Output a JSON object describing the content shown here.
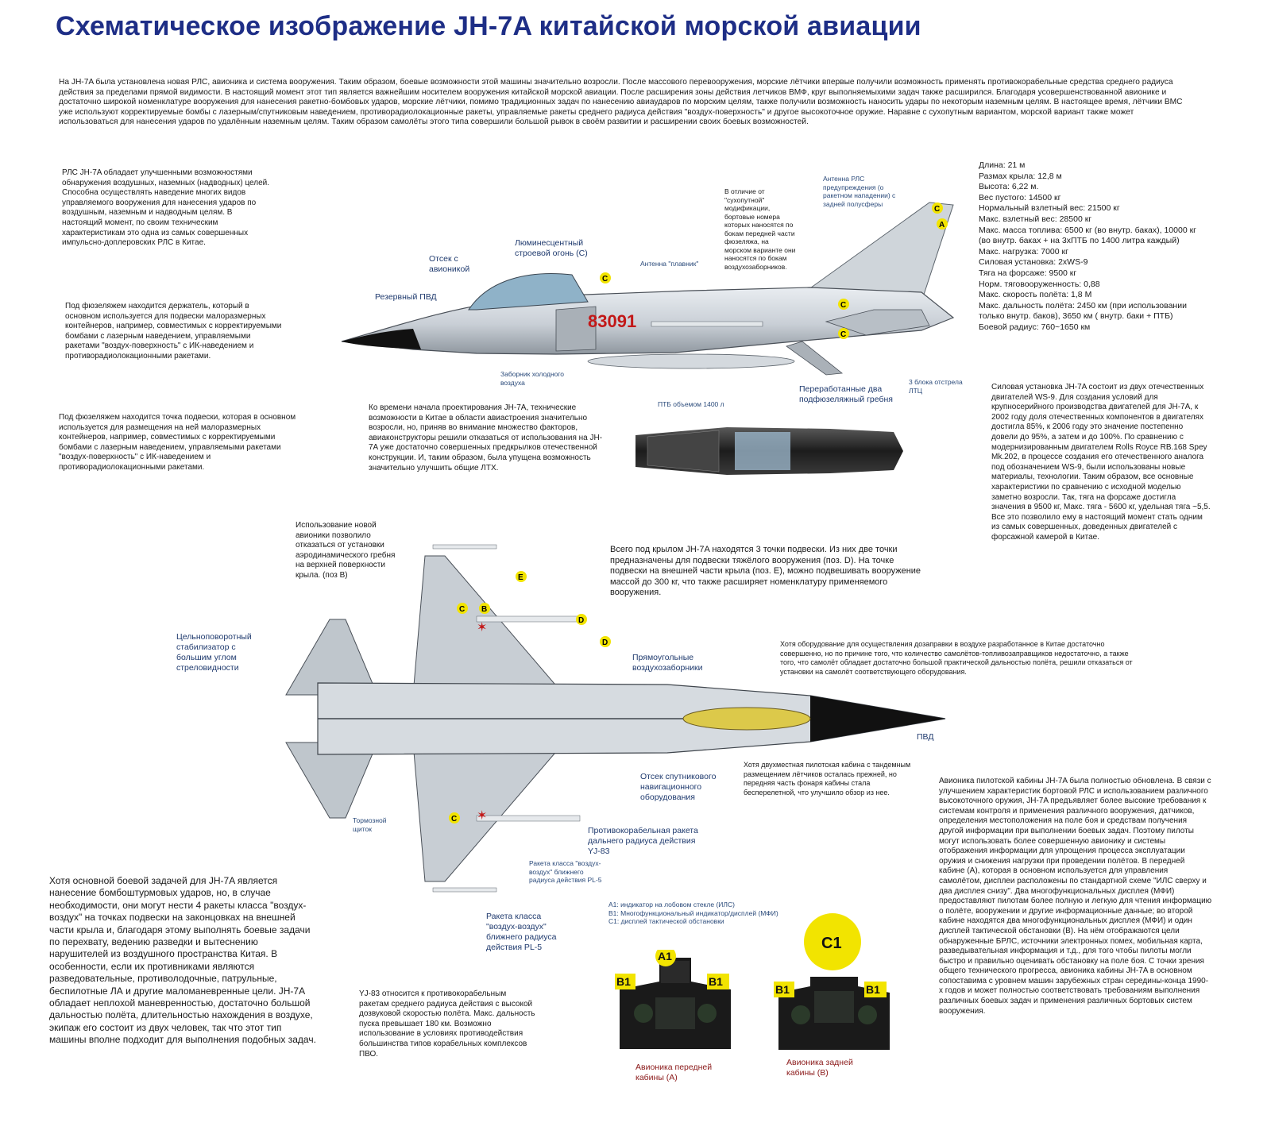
{
  "title": "Схематическое изображение JH-7A китайской морской авиации",
  "intro": "На JH-7A была установлена новая РЛС, авионика и система вооружения. Таким образом, боевые возможности этой машины значительно возросли. После массового перевооружения, морские лётчики впервые получили возможность применять противокорабельные средства среднего радиуса действия за пределами прямой видимости. В настоящий момент этот тип является важнейшим носителем вооружения китайской морской авиации. После расширения зоны действия летчиков ВМФ, круг выполняемыхими задач также расширился. Благодаря усовершенствованной авионике и достаточно широкой номенклатуре вооружения для нанесения ракетно-бомбовых ударов, морские лётчики, помимо традиционных задач по нанесению авиаударов по морским целям, также получили возможность наносить удары по некоторым наземным целям. В настоящее время, лётчики ВМС уже используют корректируемые бомбы с лазерным/спутниковым наведением, противорадиолокационные ракеты, управляемые ракеты среднего радиуса действия \"воздух-поверхность\" и другое высокоточное оружие. Наравне с сухопутным вариантом, морской вариант также может использоваться для нанесения ударов по удалённым наземным целям. Таким образом самолёты этого типа совершили большой рывок в своём развитии и расширении своих боевых возможностей.",
  "left": {
    "radar": "РЛС JH-7A обладает улучшенными возможностями обнаружения воздушных, наземных (надводных) целей. Способна осуществлять наведение многих видов управляемого вооружения для нанесения ударов по воздушным, наземным и надводным целям. В настоящий момент, по своим техническим характеристикам это одна из самых совершенных импульсно-доплеровских РЛС в Китае.",
    "holder": "Под фюзеляжем находится держатель, который в основном используется для подвески малоразмерных контейнеров, например, совместимых с корректируемыми бомбами с лазерным наведением, управляемыми ракетами \"воздух-поверхность\" с ИК-наведением и противорадиолокационными ракетами.",
    "point": "Под фюзеляжем находится точка подвески, которая в основном используется для размещения на ней малоразмерных контейнеров, например, совместимых с корректируемыми бомбами с лазерным наведением, управляемыми ракетами \"воздух-поверхность\" с ИК-наведением и противорадиолокационными ракетами.",
    "mission": "Хотя основной боевой задачей для JH-7A является нанесение бомбоштурмовых ударов, но, в случае необходимости, они могут нести 4 ракеты класса \"воздух-воздух\" на точках подвески на законцовках на внешней части крыла и, благодаря этому выполнять боевые задачи по перехвату, ведению разведки и вытеснению нарушителей из воздушного пространства Китая. В особенности, если их противниками являются разведовательные, противолодочные, патрульные, беспилотные ЛА и другие маломаневренные цели. JH-7A обладает неплохой маневренностью, достаточно большой дальностью полёта, длительностью нахождения в воздухе, экипаж его состоит из двух человек, так что этот тип машины вполне подходит для выполнения подобных задач."
  },
  "side_labels": {
    "avionics_bay": "Отсек с авионикой",
    "formation_light": "Люминесцентный строевой огонь (C)",
    "backup_pvd": "Резервный ПВД",
    "fin_antenna": "Антенна \"плавник\"",
    "numbers_note": "В отличие от \"сухопутной\" модификации, бортовые номера которых наносятся по бокам передней части фюзеляжа, на морском варианте они наносятся по бокам воздухозаборников.",
    "rws_antenna": "Антенна РЛС предупреждения (о ракетном нападении) с задней полусферы",
    "cold_intake": "Заборник холодного воздуха",
    "ptb": "ПТБ объемом 1400 л",
    "ventral_fins": "Переработанные два подфюзеляжный гребня",
    "flare_blocks": "3 блока отстрела ЛТЦ",
    "board_number": "83091"
  },
  "design_text": "Ко времени начала проектирования JH-7A, технические возможности в Китае в области авиастроения значительно возросли, но, приняв во внимание множество факторов, авиаконструкторы решили отказаться от использования на JH-7A уже достаточно совершенных предкрылков отечественной конструкции. И, таким образом, была упущена возможность значительно улучшить общие ЛТХ.",
  "specs": [
    "Длина: 21 м",
    "Размах крыла: 12,8 м",
    "Высота: 6,22 м.",
    "Вес пустого: 14500 кг",
    "Нормальный взлетный вес: 21500 кг",
    "Макс. взлетный вес: 28500 кг",
    "Макс. масса топлива: 6500 кг (во внутр. баках), 10000 кг (во внутр. баках + на 3хПТБ по 1400 литра каждый)",
    "Макс. нагрузка: 7000 кг",
    "Силовая установка: 2xWS-9",
    "Тяга на форсаже: 9500 кг",
    "Норм. тяговооруженность: 0,88",
    "Макс. скорость полёта: 1,8 М",
    "Макс. дальность полёта: 2450 км (при использовании только внутр. баков), 3650 км ( внутр. баки + ПТБ)",
    "Боевой радиус: 760~1650 км"
  ],
  "engine_text": "Силовая установка JH-7A состоит из двух отечественных двигателей WS-9. Для создания условий для крупносерийного производства двигателей для JH-7A, к 2002 году доля отечественных компонентов в двигателях достигла 85%, к 2006 году это значение постепенно довели до 95%, а затем и до 100%. По сравнению с модернизированным двигателем Rolls Royce RB.168 Spey Mk.202, в процессе создания его отечественного аналога под обозначением WS-9, были использованы новые материалы, технологии. Таким образом, все основные характеристики по сравнению с исходной моделью заметно возросли. Так, тяга на форсаже достигла значения в 9500 кг, Макс. тяга - 5600 кг, удельная тяга ~5,5. Все это позволило ему в настоящий момент стать одним из самых совершенных, доведенных двигателей с форсажной камерой в Китае.",
  "top_labels": {
    "ridge": "Использование новой авионики позволило отказаться от установки аэродинамического гребня на верхней поверхности крыла. (поз В)",
    "pylons": "Всего под крылом JH-7A находятся 3 точки подвески. Из них две точки предназначены для подвески тяжёлого вооружения (поз. D). На точке подвески на внешней части крыла (поз. E), можно подвешивать вооружение массой до 300 кг, что также расширяет номенклатуру применяемого вооружения.",
    "stabilizer": "Цельноповоротный стабилизатор с большим углом стреловидности",
    "intakes": "Прямоугольные воздухозаборники",
    "refuel": "Хотя оборудование для осуществления дозаправки в воздухе разработанное в Китае достаточно совершенно, но по причине того, что количество самолётов-топливозаправщиков недостаточно, а также того, что самолёт обладает достаточно большой практической дальностью полёта, решили отказаться от установки на самолёт соответствующего оборудования.",
    "pvd": "ПВД",
    "canopy": "Хотя двухместная пилотская кабина с тандемным размещением лётчиков осталась прежней, но передняя часть фонаря кабины стала бесперелетной, что улучшило обзор из нее.",
    "sat_nav": "Отсек спутникового навигационного оборудования",
    "brake": "Тормозной щиток",
    "yj83": "Противокорабельная ракета дальнего радиуса действия YJ-83",
    "pl5_a": "Ракета класса \"воздух-воздух\" ближнего радиуса действия PL-5",
    "pl5_b": "Ракета класса \"воздух-воздух\" ближнего радиуса действия PL-5",
    "letters": {
      "C": "C",
      "B": "B",
      "E": "E",
      "D": "D",
      "A": "A"
    }
  },
  "yj83_text": "YJ-83 относится к противокорабельным ракетам среднего радиуса действия с высокой дозвуковой скоростью полёта. Макс. дальность пуска превышает 180 км. Возможно использование в условиях противодействия большинства типов корабельных комплексов ПВО.",
  "legend": [
    "A1: индикатор на лобовом стекле (ИЛС)",
    "B1: Многофункциональный индикатор/дисплей (МФИ)",
    "C1: дисплей тактической обстановки"
  ],
  "cockpit": {
    "front_caption": "Авионика передней кабины (А)",
    "rear_caption": "Авионика задней кабины (В)",
    "a1": "A1",
    "b1": "B1",
    "c1": "C1"
  },
  "avionics_text": "Авионика пилотской кабины JH-7A была полностью обновлена. В связи с улучшением характеристик бортовой РЛС и использованием различного высокоточного оружия, JH-7A предъявляет более высокие требования к системам контроля и применения различного вооружения, датчиков, определения местоположения на поле боя и средствам получения другой информации при выполнении боевых задач. Поэтому пилоты могут использовать более совершенную авионику и системы отображения информации для упрощения процесса эксплуатации оружия и снижения нагрузки при проведении полётов. В передней кабине (А), которая в основном используется для управления самолётом, дисплеи расположены по стандартной схеме \"ИЛС сверху и два дисплея снизу\". Два многофункциональных дисплея (МФИ) предоставляют пилотам более полную и легкую для чтения информацию о полёте, вооружении и другие информационные данные; во второй кабине находятся два многофункциональных дисплея (МФИ) и один дисплей тактической обстановки (В). На нём отображаются цели обнаруженные БРЛС, источники электронных помех, мобильная карта, разведывательная информация и т.д., для того чтобы пилоты могли быстро и правильно оценивать обстановку на поле боя. С точки зрения общего технического прогресса, авионика кабины JH-7A в основном сопоставима с уровнем машин зарубежных стран середины-конца 1990-х годов и может полностью соответствовать требованиям выполнения различных боевых задач и применения различных бортовых систем вооружения.",
  "colors": {
    "title": "#1e2e86",
    "label": "#1f3a6e",
    "caption": "#8a1818",
    "marker": "#f2e400"
  }
}
